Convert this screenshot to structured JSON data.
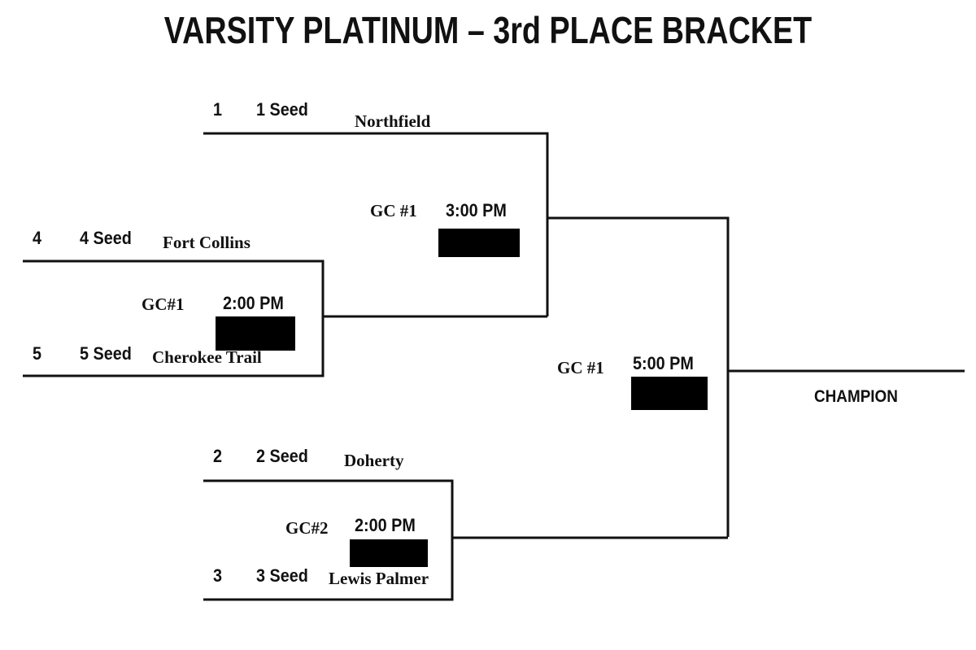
{
  "title": "VARSITY PLATINUM – 3rd PLACE BRACKET",
  "slots": [
    {
      "num": "1",
      "seed": "1 Seed",
      "team": "Northfield"
    },
    {
      "num": "4",
      "seed": "4 Seed",
      "team": "Fort Collins"
    },
    {
      "num": "5",
      "seed": "5 Seed",
      "team": "Cherokee Trail"
    },
    {
      "num": "2",
      "seed": "2 Seed",
      "team": "Doherty"
    },
    {
      "num": "3",
      "seed": "3 Seed",
      "team": "Lewis Palmer"
    }
  ],
  "games": [
    {
      "court": "GC#1",
      "time": "2:00 PM"
    },
    {
      "court": "GC #1",
      "time": "3:00 PM"
    },
    {
      "court": "GC#2",
      "time": "2:00 PM"
    },
    {
      "court": "GC #1",
      "time": "5:00 PM"
    }
  ],
  "champion_label": "CHAMPION",
  "colors": {
    "line": "#111111",
    "box": "#000000",
    "background": "#ffffff"
  }
}
